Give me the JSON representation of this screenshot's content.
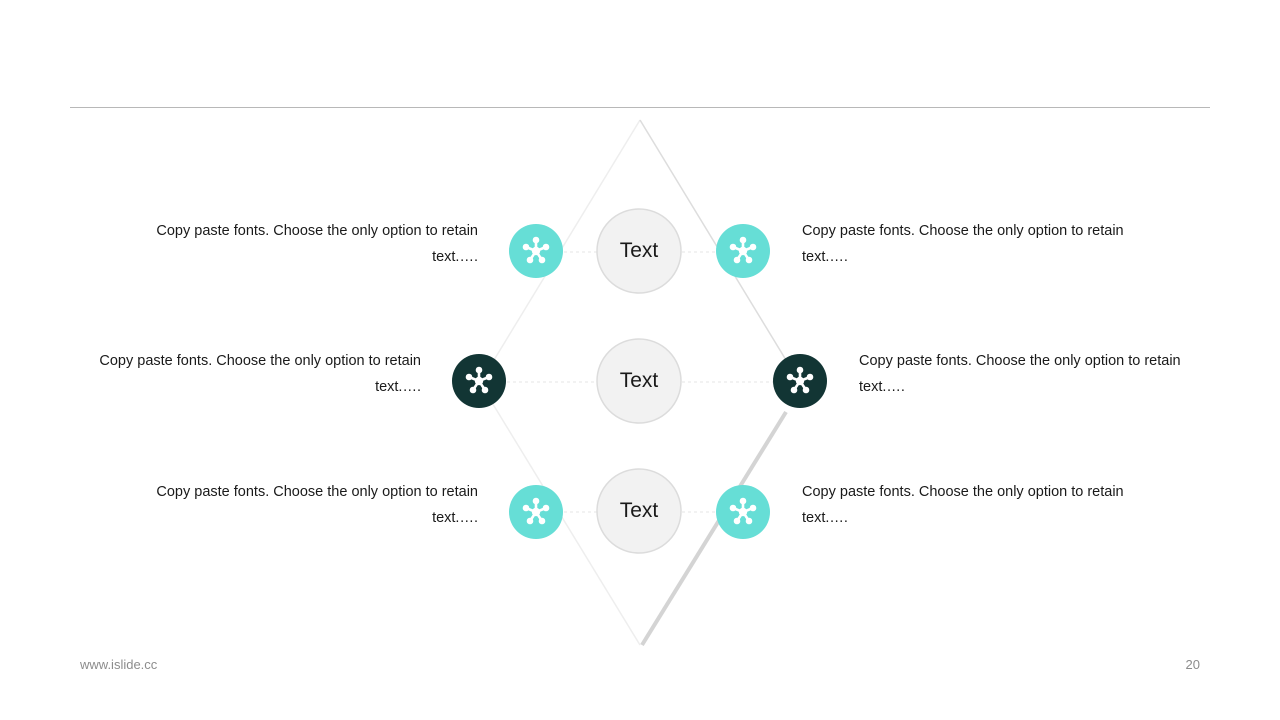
{
  "colors": {
    "accent_light": "#66ded6",
    "accent_dark": "#123534",
    "hub_fill": "#f2f2f2",
    "hub_stroke": "#d9d9d9",
    "line": "#d6d6d6"
  },
  "icon_name": "network-node-icon",
  "center_labels": [
    "Text",
    "Text",
    "Text"
  ],
  "items": {
    "top_left": "Copy paste fonts. Choose the only option to retain text.….",
    "top_right": "Copy paste fonts. Choose the only option to retain text.….",
    "middle_left": "Copy paste fonts. Choose the only option to retain text.….",
    "middle_right": "Copy paste fonts. Choose the only option to retain text.….",
    "bottom_left": "Copy paste fonts. Choose the only option to retain text.….",
    "bottom_right": "Copy paste fonts. Choose the only option to retain text.…."
  },
  "footer": {
    "url": "www.islide.cc",
    "page_number": "20"
  }
}
